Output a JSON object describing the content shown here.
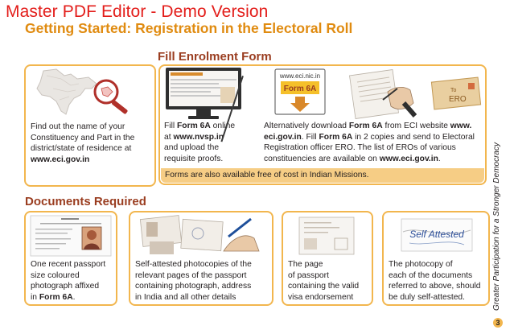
{
  "watermark": "Master PDF Editor - Demo Version",
  "heading": "Getting Started: Registration in the Electoral Roll",
  "enrolment": {
    "title": "Fill Enrolment Form",
    "left_text": [
      {
        "t": "Find out the name of your"
      },
      {
        "t": "Constituency and Part in the"
      },
      {
        "t": "district/state of residence at"
      },
      {
        "t": "www.eci.gov.in",
        "b": true
      }
    ],
    "online_text": [
      [
        {
          "t": "Fill "
        },
        {
          "t": "Form 6A",
          "b": true
        },
        {
          "t": " online"
        }
      ],
      [
        {
          "t": "at "
        },
        {
          "t": "www.nvsp.in",
          "b": true
        }
      ],
      [
        {
          "t": "and upload the"
        }
      ],
      [
        {
          "t": "requisite proofs."
        }
      ]
    ],
    "download_text": [
      [
        {
          "t": "Alternatively download "
        },
        {
          "t": "Form 6A",
          "b": true
        },
        {
          "t": " from ECI website "
        },
        {
          "t": "www.",
          "b": true
        }
      ],
      [
        {
          "t": "eci.gov.in",
          "b": true
        },
        {
          "t": ". Fill "
        },
        {
          "t": "Form 6A",
          "b": true
        },
        {
          "t": " in 2 copies and send to Electoral"
        }
      ],
      [
        {
          "t": "Registration officer ERO. The list of EROs of various"
        }
      ],
      [
        {
          "t": "constituencies are available on "
        },
        {
          "t": "www.eci.gov.in",
          "b": true
        },
        {
          "t": "."
        }
      ]
    ],
    "note": "Forms are also available free of cost in Indian Missions.",
    "screen_url": "www.eci.nic.in",
    "screen_form": "Form 6A",
    "envelope_to": "To",
    "envelope_ero": "ERO"
  },
  "documents": {
    "title": "Documents Required",
    "cards": [
      {
        "lines": [
          [
            {
              "t": "One recent passport"
            }
          ],
          [
            {
              "t": "size coloured"
            }
          ],
          [
            {
              "t": "photograph affixed"
            }
          ],
          [
            {
              "t": "in "
            },
            {
              "t": "Form 6A",
              "b": true
            },
            {
              "t": "."
            }
          ]
        ]
      },
      {
        "lines": [
          [
            {
              "t": "Self-attested photocopies of the"
            }
          ],
          [
            {
              "t": "relevant pages of the passport"
            }
          ],
          [
            {
              "t": "containing photograph, address"
            }
          ],
          [
            {
              "t": "in India and all other details"
            }
          ]
        ]
      },
      {
        "lines": [
          [
            {
              "t": "The page"
            }
          ],
          [
            {
              "t": "of passport"
            }
          ],
          [
            {
              "t": "containing the valid"
            }
          ],
          [
            {
              "t": "visa endorsement"
            }
          ]
        ]
      },
      {
        "lines": [
          [
            {
              "t": "The photocopy of"
            }
          ],
          [
            {
              "t": "each of the documents"
            }
          ],
          [
            {
              "t": "referred to above, should"
            }
          ],
          [
            {
              "t": "be duly self-attested."
            }
          ]
        ]
      }
    ],
    "stamp": "Self Attested"
  },
  "side_caption": "Greater Participation for a Stronger Democracy",
  "page_number": "3",
  "colors": {
    "accent": "#f2b64e",
    "heading": "#e08b10",
    "section": "#9a3d20",
    "watermark": "#e31d1a",
    "note_bg": "#f6cd85"
  }
}
